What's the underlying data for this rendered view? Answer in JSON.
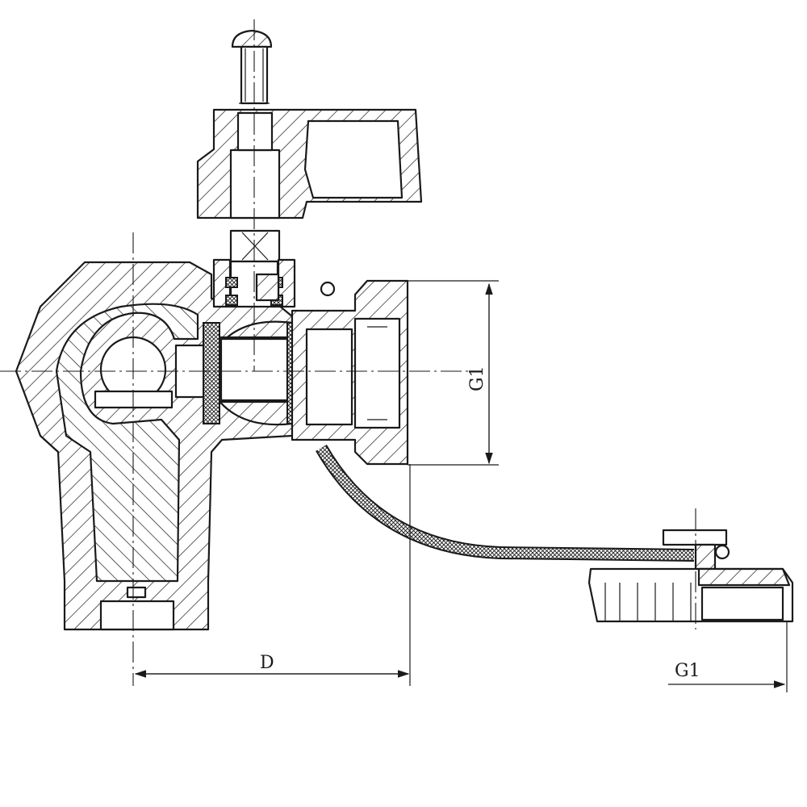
{
  "labels": {
    "dim_d": "D",
    "dim_g1_vertical": "G1",
    "dim_g1_cap": "G1"
  },
  "colors": {
    "line": "#1a1a1a",
    "background": "#ffffff"
  }
}
